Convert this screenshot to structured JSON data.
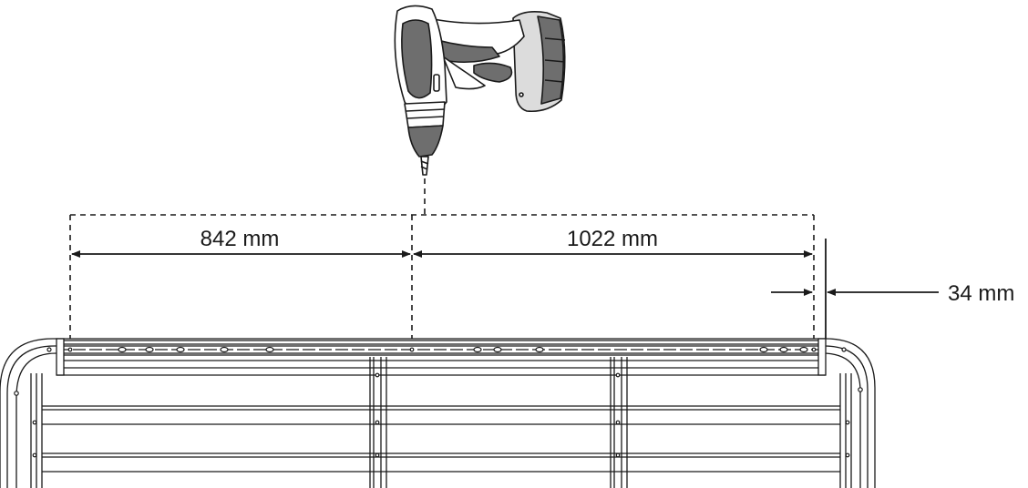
{
  "dimensions": {
    "left_span": {
      "value": 842,
      "label": "842 mm"
    },
    "right_span": {
      "value": 1022,
      "label": "1022 mm"
    },
    "edge_offset": {
      "value": 34,
      "label": "34 mm"
    }
  },
  "illustration": {
    "tool_icon": "cordless-drill-icon",
    "fixture": "panel-frame-top-edge",
    "line_color": "#1a1a1a",
    "tool_shade_dark": "#6e6e6e",
    "tool_shade_light": "#cfcfcf"
  }
}
